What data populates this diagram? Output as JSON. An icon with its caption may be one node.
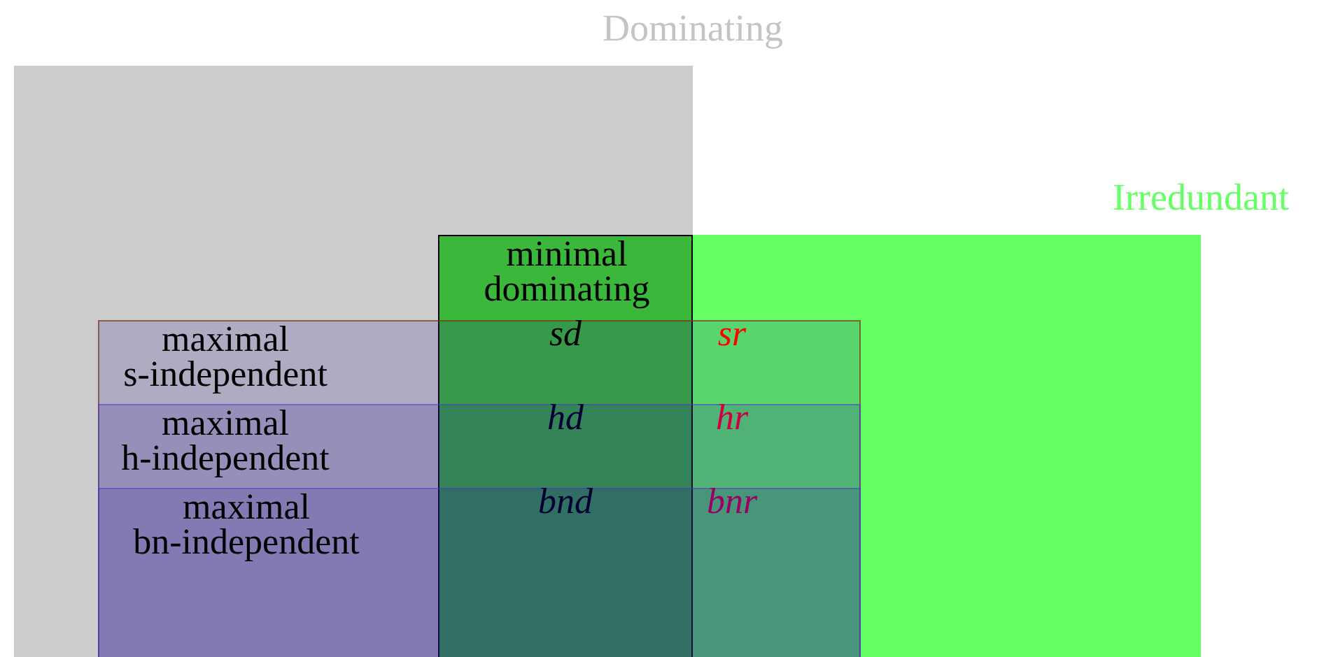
{
  "diagram": {
    "nodes": [
      {
        "text": [
          "Dominating"
        ]
      },
      {
        "text": [
          "Irredundant"
        ]
      },
      {
        "text": [
          "minimal dominating"
        ]
      },
      {
        "text": [
          "maximal s-independent"
        ]
      },
      {
        "text": [
          "maximal h-independent"
        ],
        "in": 3
      },
      {
        "text": [
          "maximal bn-independent"
        ],
        "in": 4
      }
    ],
    "labels": [
      "sd",
      "sr",
      "hd",
      "hr",
      "bnd",
      "bnr"
    ]
  }
}
